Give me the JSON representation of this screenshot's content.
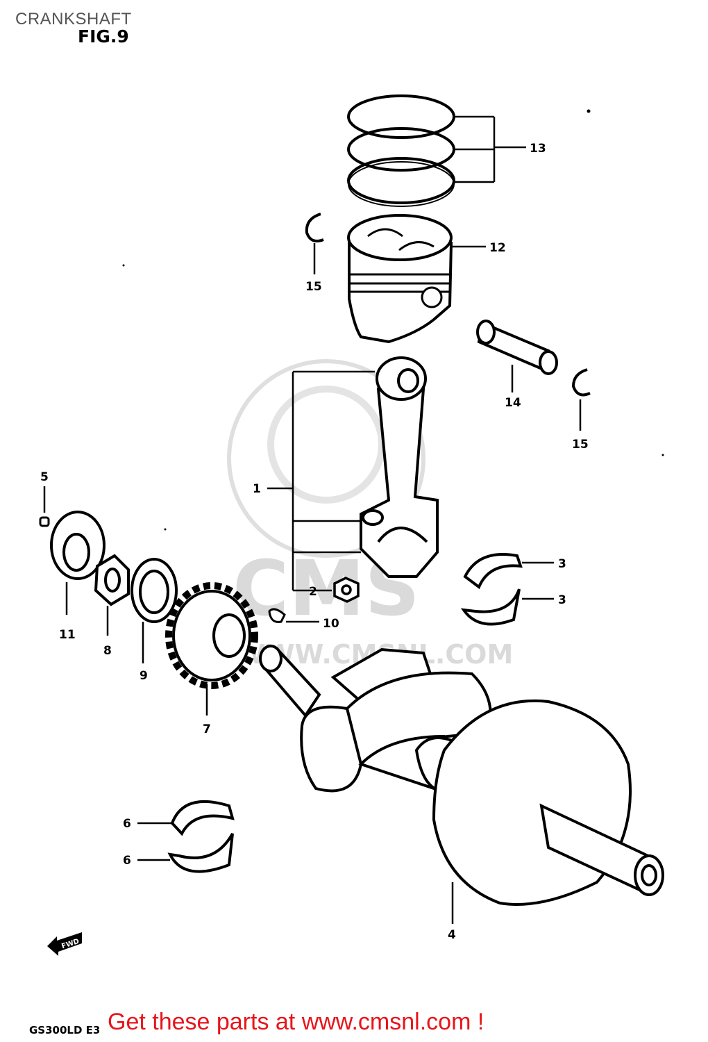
{
  "page": {
    "title": "CRANKSHAFT",
    "figure": "FIG.9",
    "model_code": "GS300LD E3",
    "footer_link": "Get these parts at www.cmsnl.com !"
  },
  "watermark": {
    "brand": "CMS",
    "url": "WWW.CMSNL.COM"
  },
  "direction_arrow": "FWD",
  "callouts": [
    {
      "id": "callout-13",
      "label": "13"
    },
    {
      "id": "callout-12",
      "label": "12"
    },
    {
      "id": "callout-15-left",
      "label": "15"
    },
    {
      "id": "callout-14",
      "label": "14"
    },
    {
      "id": "callout-15-right",
      "label": "15"
    },
    {
      "id": "callout-1",
      "label": "1"
    },
    {
      "id": "callout-5",
      "label": "5"
    },
    {
      "id": "callout-3-top",
      "label": "3"
    },
    {
      "id": "callout-3-bottom",
      "label": "3"
    },
    {
      "id": "callout-2",
      "label": "2"
    },
    {
      "id": "callout-10",
      "label": "10"
    },
    {
      "id": "callout-11",
      "label": "11"
    },
    {
      "id": "callout-8",
      "label": "8"
    },
    {
      "id": "callout-9",
      "label": "9"
    },
    {
      "id": "callout-7",
      "label": "7"
    },
    {
      "id": "callout-6-top",
      "label": "6"
    },
    {
      "id": "callout-6-bottom",
      "label": "6"
    },
    {
      "id": "callout-4",
      "label": "4"
    }
  ]
}
